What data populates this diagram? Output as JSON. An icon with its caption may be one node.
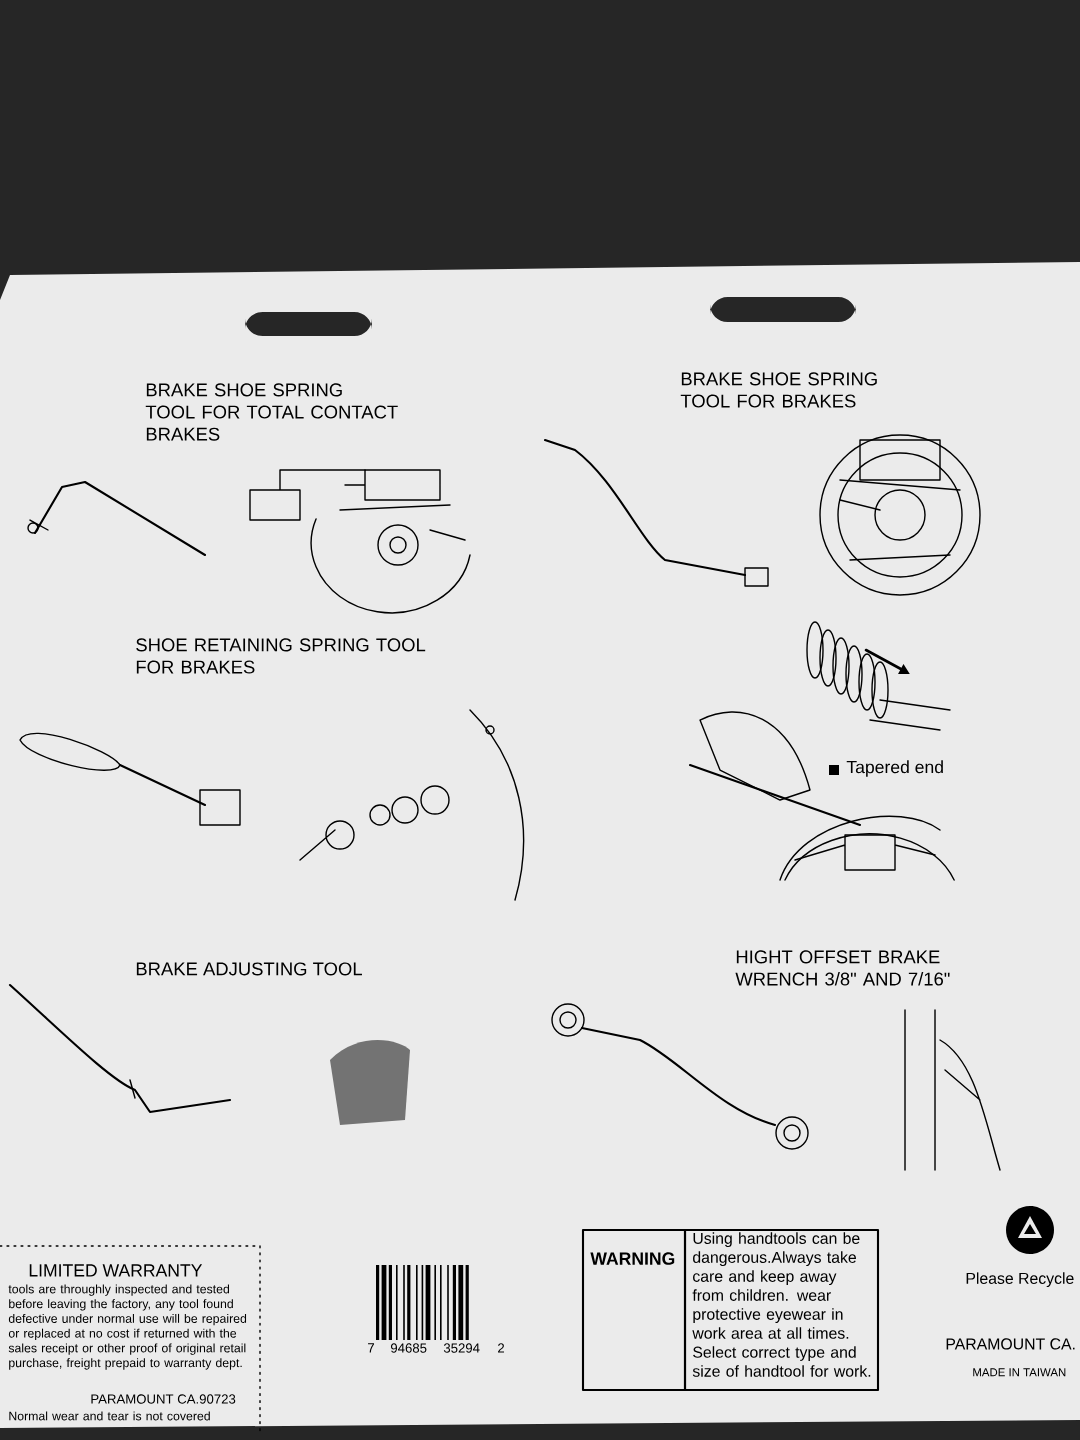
{
  "diagram": {
    "labels": [
      "BRAKE SHOE SPRING TOOL FOR TOTAL CONTACT BRAKES",
      "BRAKE SHOE SPRING TOOL FOR BRAKES",
      "SHOE RETAINING SPRING TOOL FOR BRAKES",
      "Tapered end",
      "BRAKE ADJUSTING TOOL",
      "HIGHT OFFSET BRAKE WRENCH 3/8\" AND 7/16\"",
      "LIMITED WARRANTY",
      "tools are throughly inspected and tested before leaving the factory, any tool found defective under normal use will be repaired or replaced at no cost if returned with the sales receipt or other proof of original retail purchase, freight prepaid to warranty dept.",
      "PARAMOUNT CA.90723",
      "Normal wear and tear is not covered",
      "7",
      "94685",
      "35294",
      "2",
      "WARNING",
      "Using handtools can be dangerous.Always take care and keep away from children. wear protective eyewear in work area at all times. Select correct type and size of handtool for work.",
      "Please Recycle",
      "PARAMOUNT CA.",
      "MADE IN TAIWAN"
    ]
  }
}
